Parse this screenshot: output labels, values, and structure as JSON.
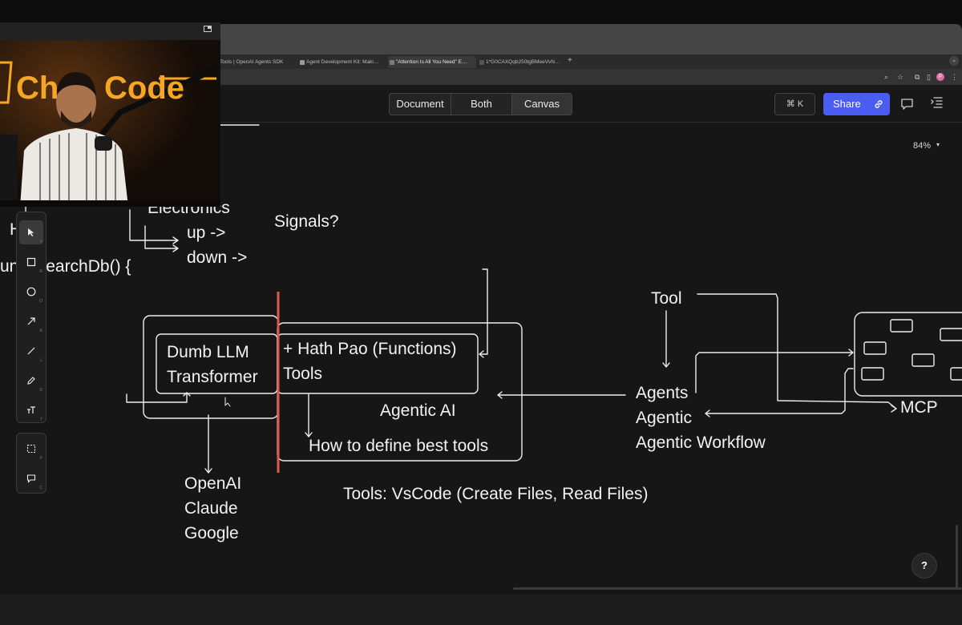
{
  "browser": {
    "tabs": [
      {
        "title": "Tools | OpenAI Agents SDK",
        "active": false
      },
      {
        "title": "Agent Development Kit: Maki…",
        "active": false
      },
      {
        "title": "\"Attention Is All You Need\" E…",
        "active": true
      },
      {
        "title": "1*G0CAXQqb250tgBMeeVvN…",
        "active": false
      }
    ],
    "new_tab": "+",
    "profile_initial": "P"
  },
  "header": {
    "view_tabs": [
      "Document",
      "Both",
      "Canvas"
    ],
    "active_view": "Canvas",
    "command_shortcut": "⌘ K",
    "share_label": "Share"
  },
  "zoom": {
    "level": "84%"
  },
  "webcam": {
    "sign_text": "ChaiCode",
    "sign_visible": [
      "Ch",
      "Code"
    ]
  },
  "canvas": {
    "texts": {
      "handhelds": "H     ds",
      "function_line": "un   n searchDb() {",
      "electronics": "Electronics",
      "up": "up ->",
      "down": "down ->",
      "signals": "Signals?",
      "dumb_llm": "Dumb LLM",
      "transformer": "Transformer",
      "hath_pao": "+ Hath Pao (Functions)",
      "tools": "Tools",
      "agentic_ai": "Agentic AI",
      "define_tools": "How to define best tools",
      "openai": "OpenAI",
      "claude": "Claude",
      "google": "Google",
      "tools_vscode": "Tools: VsCode (Create Files, Read Files)",
      "tool": "Tool",
      "agents": "Agents",
      "agentic": "Agentic",
      "agentic_workflow": "Agentic Workflow",
      "mcp": "MCP"
    }
  },
  "toolbar": {
    "tools": [
      {
        "name": "select",
        "key": "V",
        "active": true
      },
      {
        "name": "rectangle",
        "key": "R"
      },
      {
        "name": "ellipse",
        "key": "O"
      },
      {
        "name": "arrow",
        "key": "A"
      },
      {
        "name": "line",
        "key": "L"
      },
      {
        "name": "pencil",
        "key": "D"
      },
      {
        "name": "text",
        "key": "T"
      }
    ],
    "secondary": [
      {
        "name": "frame",
        "key": "F"
      },
      {
        "name": "comment",
        "key": "C"
      }
    ]
  },
  "help": {
    "label": "?"
  },
  "colors": {
    "accent": "#4b5cf0",
    "divider": "#e0594a",
    "ink": "#f2f2f2"
  }
}
